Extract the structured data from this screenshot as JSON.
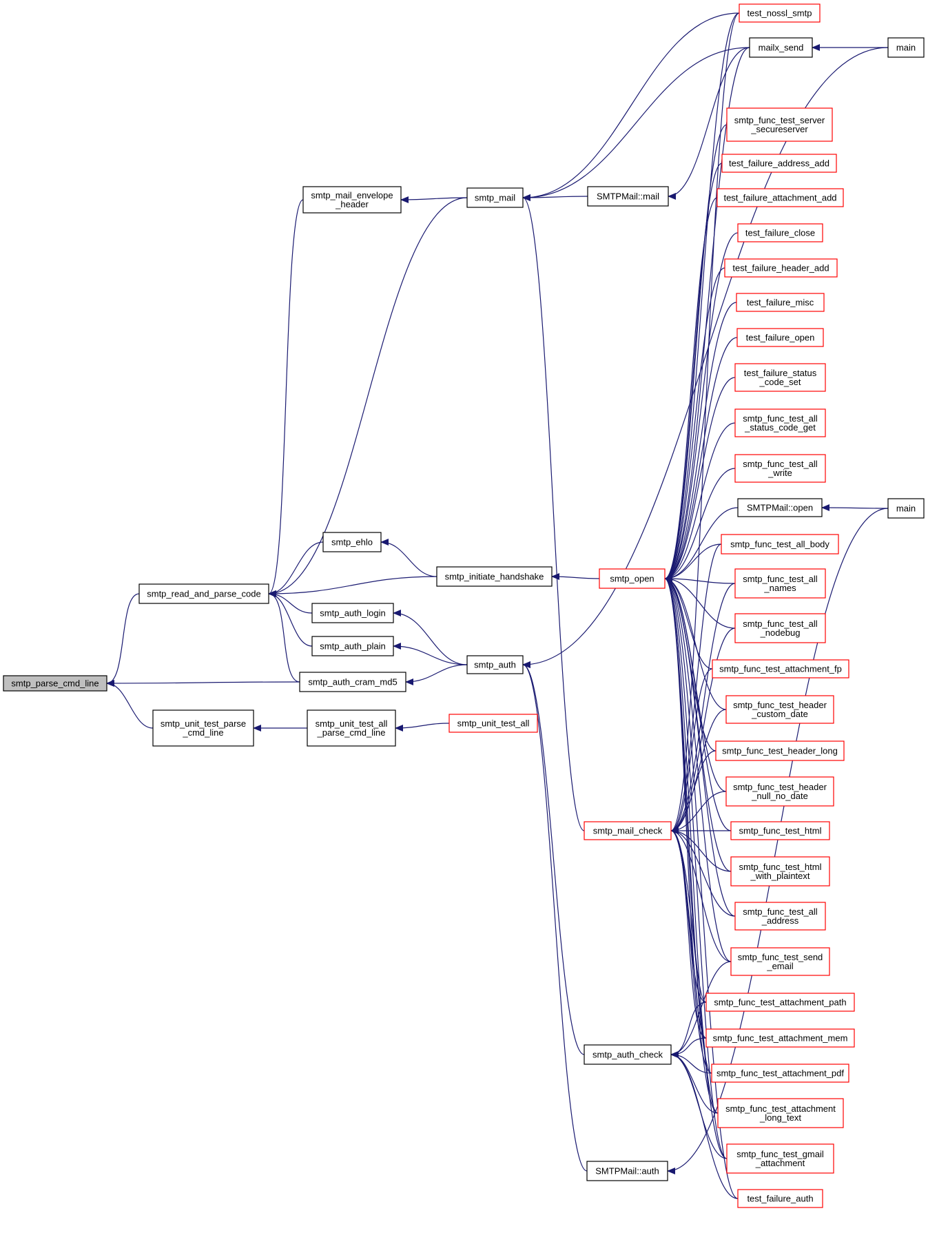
{
  "colors": {
    "edge": "#191970",
    "box_default": "#000000",
    "box_truncated": "#ff0000",
    "root_fill": "#bfbfbf",
    "fill": "#ffffff"
  },
  "graph": {
    "nodes": [
      {
        "id": "smtp_parse_cmd_line",
        "lines": [
          "smtp_parse_cmd_line"
        ],
        "kind": "root"
      },
      {
        "id": "smtp_read_and_parse_code",
        "lines": [
          "smtp_read_and_parse_code"
        ],
        "kind": "default"
      },
      {
        "id": "smtp_unit_test_parse_cmd_line",
        "lines": [
          "smtp_unit_test_parse",
          "_cmd_line"
        ],
        "kind": "default"
      },
      {
        "id": "smtp_unit_test_all_parse_cmd_line",
        "lines": [
          "smtp_unit_test_all",
          "_parse_cmd_line"
        ],
        "kind": "default"
      },
      {
        "id": "smtp_unit_test_all",
        "lines": [
          "smtp_unit_test_all"
        ],
        "kind": "truncated"
      },
      {
        "id": "smtp_mail_envelope_header",
        "lines": [
          "smtp_mail_envelope",
          "_header"
        ],
        "kind": "default"
      },
      {
        "id": "smtp_ehlo",
        "lines": [
          "smtp_ehlo"
        ],
        "kind": "default"
      },
      {
        "id": "smtp_auth_login",
        "lines": [
          "smtp_auth_login"
        ],
        "kind": "default"
      },
      {
        "id": "smtp_auth_plain",
        "lines": [
          "smtp_auth_plain"
        ],
        "kind": "default"
      },
      {
        "id": "smtp_auth_cram_md5",
        "lines": [
          "smtp_auth_cram_md5"
        ],
        "kind": "default"
      },
      {
        "id": "smtp_mail",
        "lines": [
          "smtp_mail"
        ],
        "kind": "default"
      },
      {
        "id": "smtp_initiate_handshake",
        "lines": [
          "smtp_initiate_handshake"
        ],
        "kind": "default"
      },
      {
        "id": "smtp_auth",
        "lines": [
          "smtp_auth"
        ],
        "kind": "default"
      },
      {
        "id": "SMTPMail_mail",
        "lines": [
          "SMTPMail::mail"
        ],
        "kind": "default"
      },
      {
        "id": "smtp_open",
        "lines": [
          "smtp_open"
        ],
        "kind": "truncated"
      },
      {
        "id": "smtp_mail_check",
        "lines": [
          "smtp_mail_check"
        ],
        "kind": "truncated"
      },
      {
        "id": "smtp_auth_check",
        "lines": [
          "smtp_auth_check"
        ],
        "kind": "default"
      },
      {
        "id": "SMTPMail_auth",
        "lines": [
          "SMTPMail::auth"
        ],
        "kind": "default"
      },
      {
        "id": "test_nossl_smtp",
        "lines": [
          "test_nossl_smtp"
        ],
        "kind": "truncated"
      },
      {
        "id": "mailx_send",
        "lines": [
          "mailx_send"
        ],
        "kind": "default"
      },
      {
        "id": "main_top",
        "lines": [
          "main"
        ],
        "kind": "default"
      },
      {
        "id": "smtp_func_test_server_secureserver",
        "lines": [
          "smtp_func_test_server",
          "_secureserver"
        ],
        "kind": "truncated"
      },
      {
        "id": "test_failure_address_add",
        "lines": [
          "test_failure_address_add"
        ],
        "kind": "truncated"
      },
      {
        "id": "test_failure_attachment_add",
        "lines": [
          "test_failure_attachment_add"
        ],
        "kind": "truncated"
      },
      {
        "id": "test_failure_close",
        "lines": [
          "test_failure_close"
        ],
        "kind": "truncated"
      },
      {
        "id": "test_failure_header_add",
        "lines": [
          "test_failure_header_add"
        ],
        "kind": "truncated"
      },
      {
        "id": "test_failure_misc",
        "lines": [
          "test_failure_misc"
        ],
        "kind": "truncated"
      },
      {
        "id": "test_failure_open",
        "lines": [
          "test_failure_open"
        ],
        "kind": "truncated"
      },
      {
        "id": "test_failure_status_code_set",
        "lines": [
          "test_failure_status",
          "_code_set"
        ],
        "kind": "truncated"
      },
      {
        "id": "smtp_func_test_all_status_code_get",
        "lines": [
          "smtp_func_test_all",
          "_status_code_get"
        ],
        "kind": "truncated"
      },
      {
        "id": "smtp_func_test_all_write",
        "lines": [
          "smtp_func_test_all",
          "_write"
        ],
        "kind": "truncated"
      },
      {
        "id": "SMTPMail_open",
        "lines": [
          "SMTPMail::open"
        ],
        "kind": "default"
      },
      {
        "id": "main_bottom",
        "lines": [
          "main"
        ],
        "kind": "default"
      },
      {
        "id": "smtp_func_test_all_body",
        "lines": [
          "smtp_func_test_all_body"
        ],
        "kind": "truncated"
      },
      {
        "id": "smtp_func_test_all_names",
        "lines": [
          "smtp_func_test_all",
          "_names"
        ],
        "kind": "truncated"
      },
      {
        "id": "smtp_func_test_all_nodebug",
        "lines": [
          "smtp_func_test_all",
          "_nodebug"
        ],
        "kind": "truncated"
      },
      {
        "id": "smtp_func_test_attachment_fp",
        "lines": [
          "smtp_func_test_attachment_fp"
        ],
        "kind": "truncated"
      },
      {
        "id": "smtp_func_test_header_custom_date",
        "lines": [
          "smtp_func_test_header",
          "_custom_date"
        ],
        "kind": "truncated"
      },
      {
        "id": "smtp_func_test_header_long",
        "lines": [
          "smtp_func_test_header_long"
        ],
        "kind": "truncated"
      },
      {
        "id": "smtp_func_test_header_null_no_date",
        "lines": [
          "smtp_func_test_header",
          "_null_no_date"
        ],
        "kind": "truncated"
      },
      {
        "id": "smtp_func_test_html",
        "lines": [
          "smtp_func_test_html"
        ],
        "kind": "truncated"
      },
      {
        "id": "smtp_func_test_html_with_plaintext",
        "lines": [
          "smtp_func_test_html",
          "_with_plaintext"
        ],
        "kind": "truncated"
      },
      {
        "id": "smtp_func_test_all_address",
        "lines": [
          "smtp_func_test_all",
          "_address"
        ],
        "kind": "truncated"
      },
      {
        "id": "smtp_func_test_send_email",
        "lines": [
          "smtp_func_test_send",
          "_email"
        ],
        "kind": "truncated"
      },
      {
        "id": "smtp_func_test_attachment_path",
        "lines": [
          "smtp_func_test_attachment_path"
        ],
        "kind": "truncated"
      },
      {
        "id": "smtp_func_test_attachment_mem",
        "lines": [
          "smtp_func_test_attachment_mem"
        ],
        "kind": "truncated"
      },
      {
        "id": "smtp_func_test_attachment_pdf",
        "lines": [
          "smtp_func_test_attachment_pdf"
        ],
        "kind": "truncated"
      },
      {
        "id": "smtp_func_test_attachment_long_text",
        "lines": [
          "smtp_func_test_attachment",
          "_long_text"
        ],
        "kind": "truncated"
      },
      {
        "id": "smtp_func_test_gmail_attachment",
        "lines": [
          "smtp_func_test_gmail",
          "_attachment"
        ],
        "kind": "truncated"
      },
      {
        "id": "test_failure_auth",
        "lines": [
          "test_failure_auth"
        ],
        "kind": "truncated"
      }
    ],
    "edges": [
      [
        "smtp_read_and_parse_code",
        "smtp_parse_cmd_line"
      ],
      [
        "smtp_auth_cram_md5",
        "smtp_parse_cmd_line"
      ],
      [
        "smtp_unit_test_parse_cmd_line",
        "smtp_parse_cmd_line"
      ],
      [
        "smtp_mail_envelope_header",
        "smtp_read_and_parse_code"
      ],
      [
        "smtp_mail",
        "smtp_read_and_parse_code"
      ],
      [
        "smtp_ehlo",
        "smtp_read_and_parse_code"
      ],
      [
        "smtp_initiate_handshake",
        "smtp_read_and_parse_code"
      ],
      [
        "smtp_auth_login",
        "smtp_read_and_parse_code"
      ],
      [
        "smtp_auth_plain",
        "smtp_read_and_parse_code"
      ],
      [
        "smtp_auth_cram_md5",
        "smtp_read_and_parse_code"
      ],
      [
        "smtp_unit_test_all_parse_cmd_line",
        "smtp_unit_test_parse_cmd_line"
      ],
      [
        "smtp_unit_test_all",
        "smtp_unit_test_all_parse_cmd_line"
      ],
      [
        "smtp_mail",
        "smtp_mail_envelope_header"
      ],
      [
        "smtp_initiate_handshake",
        "smtp_ehlo"
      ],
      [
        "smtp_auth",
        "smtp_auth_login"
      ],
      [
        "smtp_auth",
        "smtp_auth_plain"
      ],
      [
        "smtp_auth",
        "smtp_auth_cram_md5"
      ],
      [
        "test_nossl_smtp",
        "smtp_mail"
      ],
      [
        "mailx_send",
        "smtp_mail"
      ],
      [
        "SMTPMail_mail",
        "smtp_mail"
      ],
      [
        "smtp_mail_check",
        "smtp_mail"
      ],
      [
        "smtp_open",
        "smtp_initiate_handshake"
      ],
      [
        "main_top",
        "smtp_auth"
      ],
      [
        "smtp_auth_check",
        "smtp_auth"
      ],
      [
        "SMTPMail_auth",
        "smtp_auth"
      ],
      [
        "main_top",
        "mailx_send"
      ],
      [
        "mailx_send",
        "SMTPMail_mail"
      ],
      [
        "main_bottom",
        "SMTPMail_open"
      ],
      [
        "main_bottom",
        "SMTPMail_auth"
      ],
      [
        "test_nossl_smtp",
        "smtp_open"
      ],
      [
        "mailx_send",
        "smtp_open"
      ],
      [
        "smtp_func_test_server_secureserver",
        "smtp_open"
      ],
      [
        "test_failure_address_add",
        "smtp_open"
      ],
      [
        "test_failure_attachment_add",
        "smtp_open"
      ],
      [
        "test_failure_close",
        "smtp_open"
      ],
      [
        "test_failure_header_add",
        "smtp_open"
      ],
      [
        "test_failure_misc",
        "smtp_open"
      ],
      [
        "test_failure_open",
        "smtp_open"
      ],
      [
        "test_failure_status_code_set",
        "smtp_open"
      ],
      [
        "smtp_func_test_all_status_code_get",
        "smtp_open"
      ],
      [
        "smtp_func_test_all_write",
        "smtp_open"
      ],
      [
        "SMTPMail_open",
        "smtp_open"
      ],
      [
        "smtp_func_test_all_body",
        "smtp_open"
      ],
      [
        "smtp_func_test_all_names",
        "smtp_open"
      ],
      [
        "smtp_func_test_all_nodebug",
        "smtp_open"
      ],
      [
        "smtp_func_test_attachment_fp",
        "smtp_open"
      ],
      [
        "smtp_func_test_header_custom_date",
        "smtp_open"
      ],
      [
        "smtp_func_test_header_long",
        "smtp_open"
      ],
      [
        "smtp_func_test_header_null_no_date",
        "smtp_open"
      ],
      [
        "smtp_func_test_html",
        "smtp_open"
      ],
      [
        "smtp_func_test_html_with_plaintext",
        "smtp_open"
      ],
      [
        "smtp_func_test_all_address",
        "smtp_open"
      ],
      [
        "smtp_func_test_send_email",
        "smtp_open"
      ],
      [
        "smtp_func_test_attachment_path",
        "smtp_open"
      ],
      [
        "smtp_func_test_attachment_mem",
        "smtp_open"
      ],
      [
        "smtp_func_test_attachment_pdf",
        "smtp_open"
      ],
      [
        "smtp_func_test_attachment_long_text",
        "smtp_open"
      ],
      [
        "smtp_func_test_gmail_attachment",
        "smtp_open"
      ],
      [
        "test_failure_auth",
        "smtp_open"
      ],
      [
        "test_nossl_smtp",
        "smtp_mail_check"
      ],
      [
        "smtp_func_test_all_body",
        "smtp_mail_check"
      ],
      [
        "smtp_func_test_all_names",
        "smtp_mail_check"
      ],
      [
        "smtp_func_test_all_nodebug",
        "smtp_mail_check"
      ],
      [
        "smtp_func_test_attachment_fp",
        "smtp_mail_check"
      ],
      [
        "smtp_func_test_header_custom_date",
        "smtp_mail_check"
      ],
      [
        "smtp_func_test_header_long",
        "smtp_mail_check"
      ],
      [
        "smtp_func_test_header_null_no_date",
        "smtp_mail_check"
      ],
      [
        "smtp_func_test_html",
        "smtp_mail_check"
      ],
      [
        "smtp_func_test_html_with_plaintext",
        "smtp_mail_check"
      ],
      [
        "smtp_func_test_all_address",
        "smtp_mail_check"
      ],
      [
        "smtp_func_test_send_email",
        "smtp_mail_check"
      ],
      [
        "smtp_func_test_attachment_path",
        "smtp_mail_check"
      ],
      [
        "smtp_func_test_attachment_mem",
        "smtp_mail_check"
      ],
      [
        "smtp_func_test_attachment_pdf",
        "smtp_mail_check"
      ],
      [
        "smtp_func_test_attachment_long_text",
        "smtp_mail_check"
      ],
      [
        "smtp_func_test_gmail_attachment",
        "smtp_mail_check"
      ],
      [
        "smtp_func_test_send_email",
        "smtp_auth_check"
      ],
      [
        "smtp_func_test_attachment_path",
        "smtp_auth_check"
      ],
      [
        "smtp_func_test_attachment_mem",
        "smtp_auth_check"
      ],
      [
        "smtp_func_test_attachment_pdf",
        "smtp_auth_check"
      ],
      [
        "smtp_func_test_attachment_long_text",
        "smtp_auth_check"
      ],
      [
        "smtp_func_test_gmail_attachment",
        "smtp_auth_check"
      ],
      [
        "test_failure_auth",
        "smtp_auth_check"
      ]
    ]
  }
}
